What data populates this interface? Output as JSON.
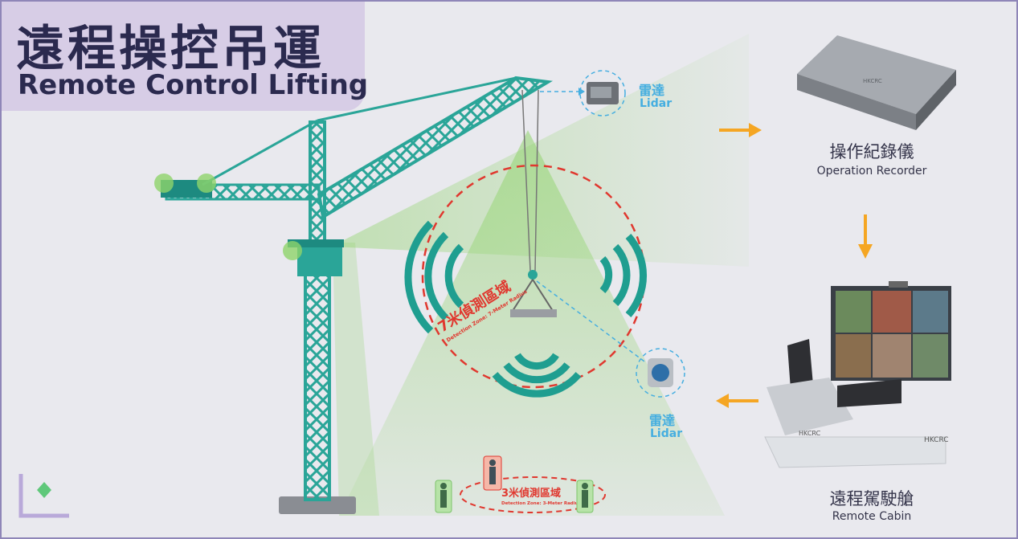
{
  "header": {
    "title_zh": "遠程操控吊運",
    "title_en": "Remote Control Lifting"
  },
  "lidar_top": {
    "label_zh": "雷達",
    "label_en": "Lidar"
  },
  "lidar_bottom": {
    "label_zh": "雷達",
    "label_en": "Lidar"
  },
  "recorder": {
    "label_zh": "操作紀錄儀",
    "label_en": "Operation Recorder",
    "brand": "HKCRC"
  },
  "cabin": {
    "label_zh": "遠程駕駛艙",
    "label_en": "Remote Cabin",
    "brand": "HKCRC"
  },
  "zone_7m": {
    "label_zh": "7米偵測區域",
    "label_en": "Detection Zone: 7-Meter Radius"
  },
  "zone_3m": {
    "label_zh": "3米偵測區域",
    "label_en": "Detection Zone: 3-Meter Radius"
  },
  "colors": {
    "crane": "#2aa598",
    "crane_dark": "#1d8a80",
    "green_zone": "#8fd36a",
    "alert_red": "#e0382f",
    "lidar_blue": "#45aee0",
    "arrow_orange": "#f5a623",
    "title_bg": "#d7cde6",
    "title_text": "#2b2a4f"
  },
  "icons": [
    "crane-icon",
    "lidar-sensor-icon",
    "recorder-device-icon",
    "remote-cabin-icon",
    "worker-icon",
    "signal-wave-icon",
    "logo-mark-icon"
  ]
}
